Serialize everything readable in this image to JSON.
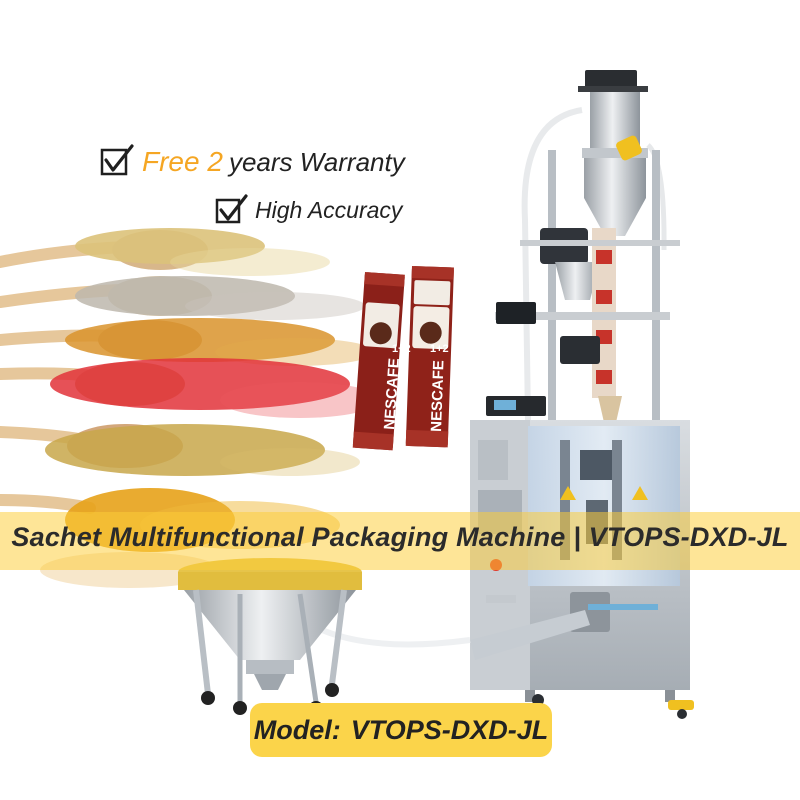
{
  "features": [
    {
      "accent": "Free 2",
      "text": "years Warranty"
    },
    {
      "accent": "",
      "text": "High Accuracy"
    }
  ],
  "sachet_brand": "NESCAFE",
  "sachet_label": "1+2",
  "banner": {
    "text": "Sachet Multifunctional Packaging Machine | VTOPS-DXD-JL"
  },
  "model": {
    "label": "Model:",
    "value": "VTOPS-DXD-JL"
  },
  "colors": {
    "accent": "#f5a623",
    "banner": "#fdcd38",
    "pill": "#fbd44a",
    "text": "#222222"
  }
}
